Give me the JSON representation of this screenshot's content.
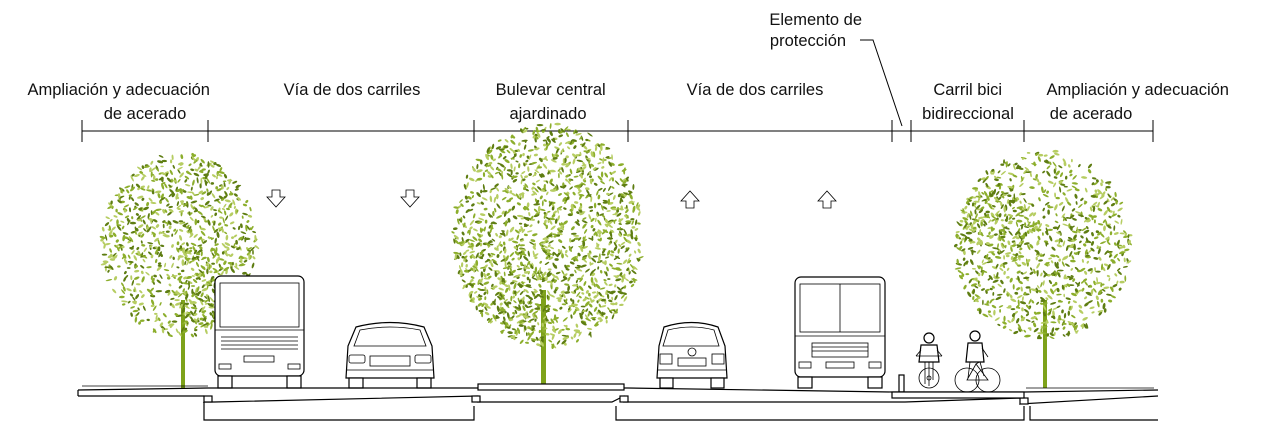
{
  "labels": {
    "left_sidewalk": [
      "Ampliación y adecuación",
      "de acerado"
    ],
    "lanes_left": "Vía de dos carriles",
    "central_boulevard": [
      "Bulevar central",
      "ajardinado"
    ],
    "lanes_right": "Vía de dos carriles",
    "protection_element": [
      "Elemento de",
      "protección"
    ],
    "bike_lane": [
      "Carril bici",
      "bidireccional"
    ],
    "right_sidewalk": [
      "Ampliación y adecuación",
      "de acerado"
    ]
  },
  "colors": {
    "foliage": "#8cae2c",
    "foliage_dark": "#5e7d12",
    "foliage_light": "#b6cd62",
    "line": "#000000"
  },
  "icons": {
    "arrow_down": "arrow-down-icon",
    "arrow_up": "arrow-up-icon"
  }
}
